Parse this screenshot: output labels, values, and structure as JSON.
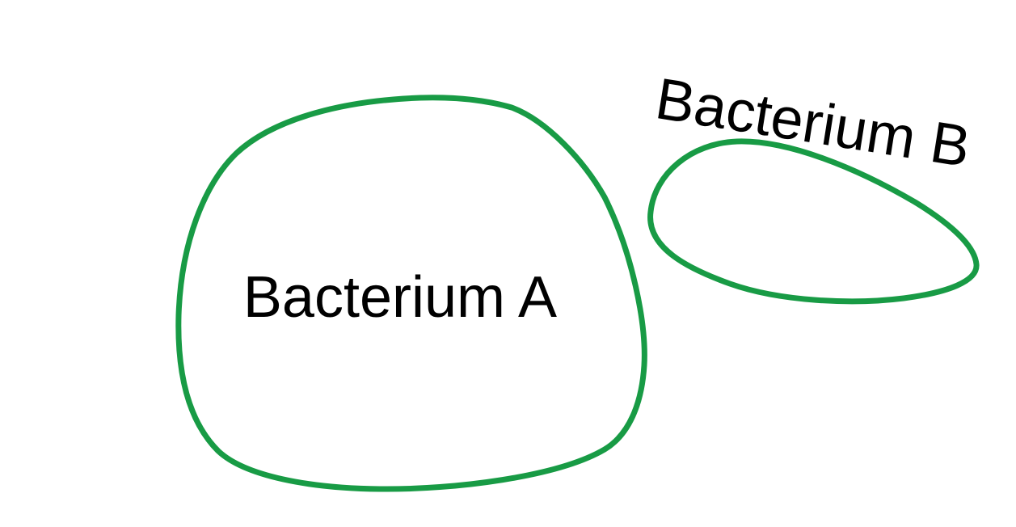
{
  "diagram": {
    "background_color": "#ffffff",
    "outline_color": "#189b45",
    "label_color": "#000000",
    "shapes": [
      {
        "name": "bacterium-a",
        "label": "Bacterium A"
      },
      {
        "name": "bacterium-b",
        "label": "Bacterium B"
      }
    ]
  }
}
